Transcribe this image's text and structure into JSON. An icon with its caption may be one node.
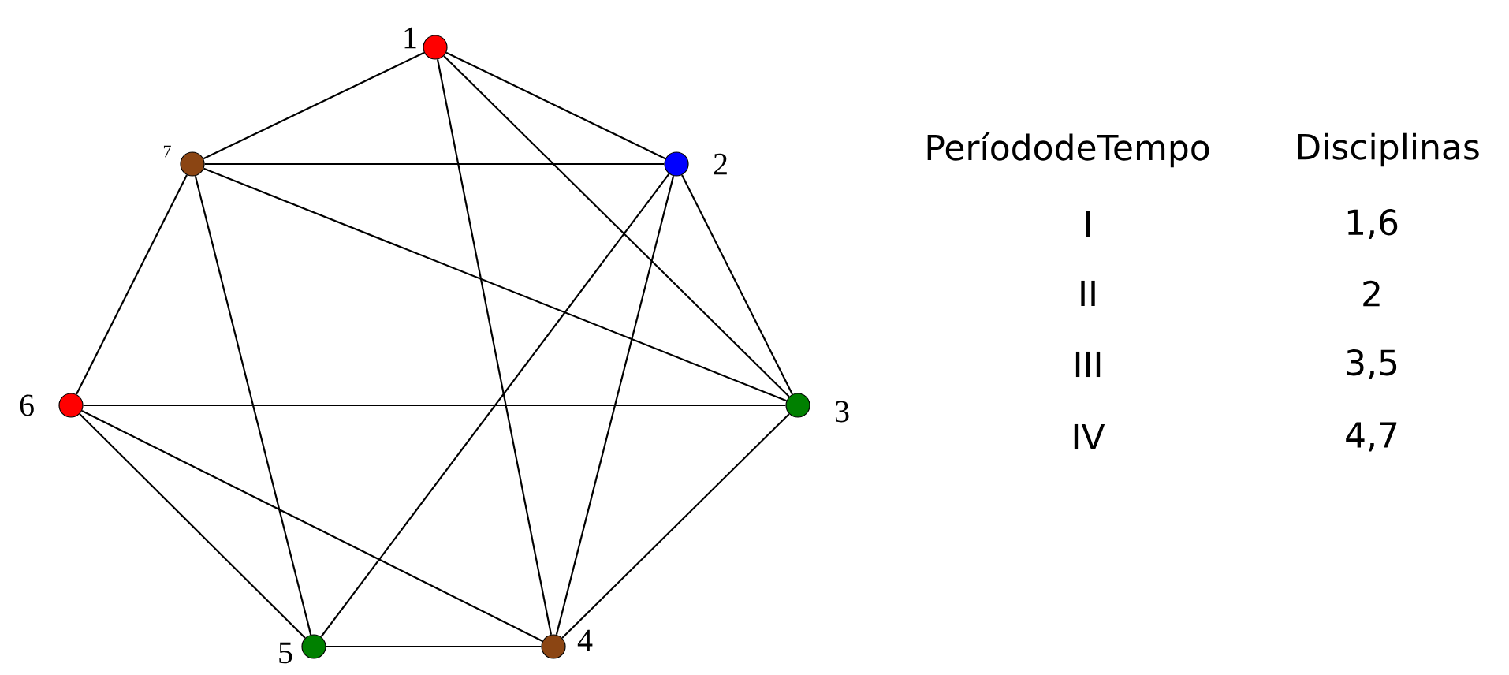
{
  "diagram": {
    "nodes": [
      {
        "text": [],
        "shape": "circle",
        "beside": [
          "1"
        ]
      },
      {
        "text": [],
        "shape": "circle",
        "beside": [
          "2"
        ]
      },
      {
        "text": [],
        "shape": "circle",
        "beside": [
          "3"
        ]
      },
      {
        "text": [],
        "shape": "circle",
        "beside": [
          "4"
        ]
      },
      {
        "text": [],
        "shape": "circle",
        "beside": [
          "5"
        ]
      },
      {
        "text": [],
        "shape": "circle",
        "beside": [
          "6"
        ]
      },
      {
        "text": [],
        "shape": "circle",
        "beside": [
          "7"
        ]
      }
    ],
    "edges": [
      {
        "from": 0,
        "to": 6,
        "arrow": "none"
      },
      {
        "from": 0,
        "to": 1,
        "arrow": "none"
      },
      {
        "from": 0,
        "to": 3,
        "arrow": "none"
      },
      {
        "from": 0,
        "to": 2,
        "arrow": "none"
      },
      {
        "from": 6,
        "to": 1,
        "arrow": "none"
      },
      {
        "from": 6,
        "to": 2,
        "arrow": "none"
      },
      {
        "from": 6,
        "to": 5,
        "arrow": "none"
      },
      {
        "from": 6,
        "to": 4,
        "arrow": "none"
      },
      {
        "from": 1,
        "to": 4,
        "arrow": "none"
      },
      {
        "from": 1,
        "to": 3,
        "arrow": "none"
      },
      {
        "from": 1,
        "to": 2,
        "arrow": "none"
      },
      {
        "from": 5,
        "to": 2,
        "arrow": "none"
      },
      {
        "from": 5,
        "to": 4,
        "arrow": "none"
      },
      {
        "from": 5,
        "to": 3,
        "arrow": "none"
      },
      {
        "from": 4,
        "to": 3,
        "arrow": "none"
      },
      {
        "from": 2,
        "to": 3,
        "arrow": "none"
      }
    ],
    "labels": [
      "PeríododeTempo",
      "Disciplinas",
      "I",
      "1,6",
      "II",
      "2",
      "III",
      "3,5",
      "IV",
      "4,7"
    ]
  }
}
